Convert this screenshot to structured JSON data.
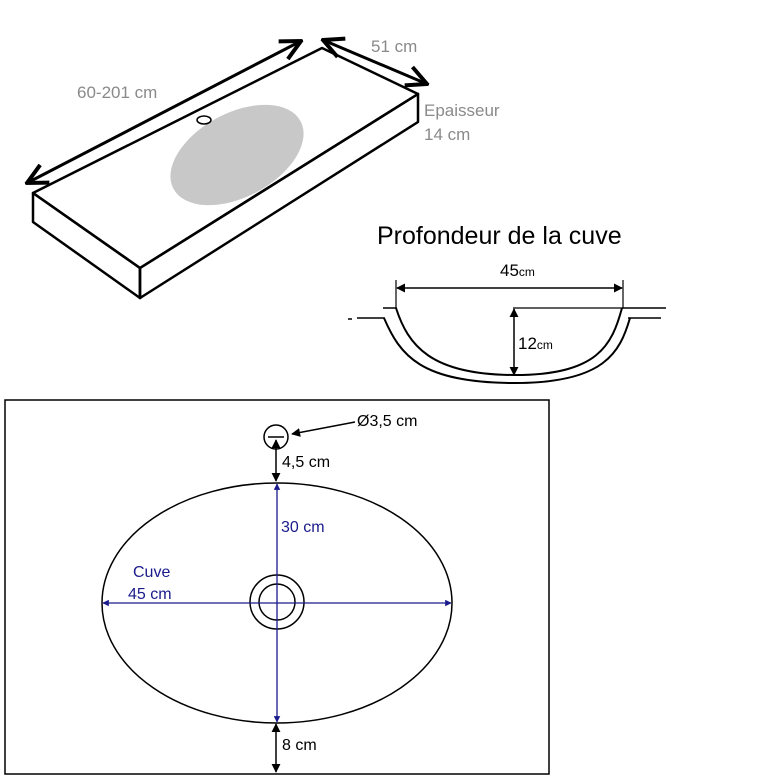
{
  "worktop": {
    "length_label": "60-201 cm",
    "depth_label": "51 cm",
    "thickness_line1": "Epaisseur",
    "thickness_line2": "14 cm"
  },
  "profile": {
    "title": "Profondeur de la cuve",
    "width_value": "45",
    "width_unit": "cm",
    "depth_value": "12",
    "depth_unit": "cm"
  },
  "plan": {
    "hole_diameter_label": "Ø3,5 cm",
    "hole_offset_label": "4,5 cm",
    "basin_depth_label": "30 cm",
    "basin_label_line1": "Cuve",
    "basin_label_line2": "45 cm",
    "bottom_margin_label": "8 cm"
  },
  "colors": {
    "basin_fill": "#c8c8c8",
    "dimension_blue": "#1a1a8c",
    "label_gray": "#8a8a8a",
    "outline": "#000000"
  }
}
